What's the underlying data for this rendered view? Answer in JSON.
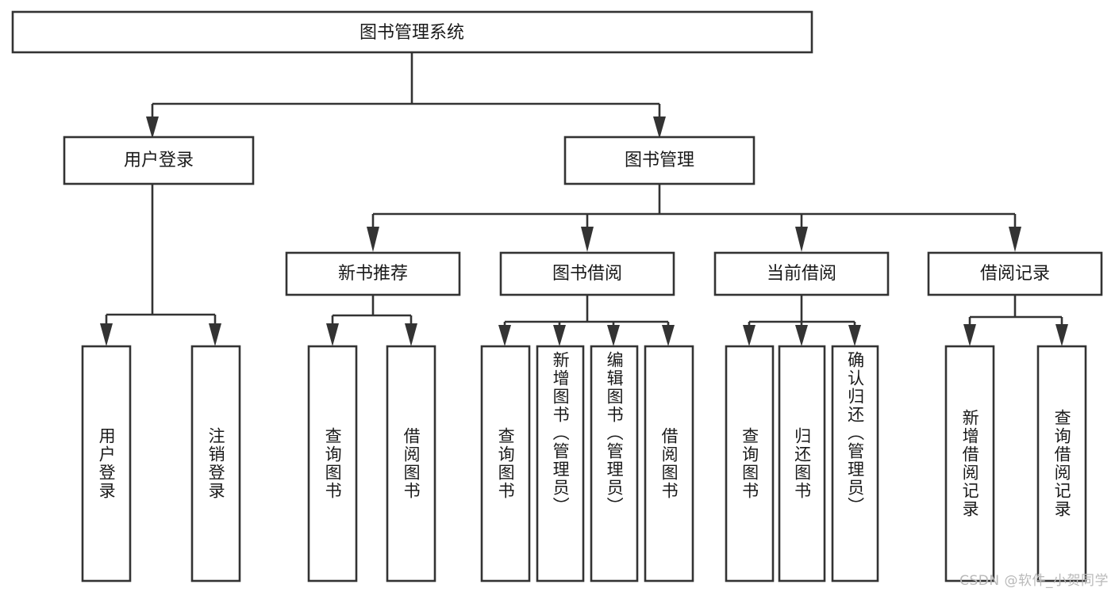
{
  "diagram": {
    "title": "图书管理系统",
    "type": "hierarchy-tree",
    "root": {
      "id": "root",
      "label": "图书管理系统",
      "orientation": "horizontal"
    },
    "level2": [
      {
        "id": "user-login",
        "label": "用户登录",
        "orientation": "horizontal"
      },
      {
        "id": "book-management",
        "label": "图书管理",
        "orientation": "horizontal"
      }
    ],
    "level3": [
      {
        "id": "new-book-recommend",
        "label": "新书推荐",
        "orientation": "horizontal",
        "parent": "book-management"
      },
      {
        "id": "book-borrow",
        "label": "图书借阅",
        "orientation": "horizontal",
        "parent": "book-management"
      },
      {
        "id": "current-borrow",
        "label": "当前借阅",
        "orientation": "horizontal",
        "parent": "book-management"
      },
      {
        "id": "borrow-record",
        "label": "借阅记录",
        "orientation": "horizontal",
        "parent": "book-management"
      }
    ],
    "leaves": [
      {
        "id": "leaf-user-login",
        "label": "用户登录",
        "parent": "user-login",
        "orientation": "vertical",
        "align": "middle"
      },
      {
        "id": "leaf-logout",
        "label": "注销登录",
        "parent": "user-login",
        "orientation": "vertical",
        "align": "middle"
      },
      {
        "id": "leaf-query-book-1",
        "label": "查询图书",
        "parent": "new-book-recommend",
        "orientation": "vertical",
        "align": "middle"
      },
      {
        "id": "leaf-borrow-book-1",
        "label": "借阅图书",
        "parent": "new-book-recommend",
        "orientation": "vertical",
        "align": "middle"
      },
      {
        "id": "leaf-query-book-2",
        "label": "查询图书",
        "parent": "book-borrow",
        "orientation": "vertical",
        "align": "middle"
      },
      {
        "id": "leaf-add-book-admin",
        "label": "新增图书（管理员）",
        "parent": "book-borrow",
        "orientation": "vertical",
        "align": "top"
      },
      {
        "id": "leaf-edit-book-admin",
        "label": "编辑图书（管理员）",
        "parent": "book-borrow",
        "orientation": "vertical",
        "align": "top"
      },
      {
        "id": "leaf-borrow-book-2",
        "label": "借阅图书",
        "parent": "book-borrow",
        "orientation": "vertical",
        "align": "middle"
      },
      {
        "id": "leaf-query-book-3",
        "label": "查询图书",
        "parent": "current-borrow",
        "orientation": "vertical",
        "align": "middle"
      },
      {
        "id": "leaf-return-book",
        "label": "归还图书",
        "parent": "current-borrow",
        "orientation": "vertical",
        "align": "middle"
      },
      {
        "id": "leaf-confirm-return-admin",
        "label": "确认归还（管理员）",
        "parent": "current-borrow",
        "orientation": "vertical",
        "align": "top"
      },
      {
        "id": "leaf-add-borrow-record",
        "label": "新增借阅记录",
        "parent": "borrow-record",
        "orientation": "vertical",
        "align": "middle"
      },
      {
        "id": "leaf-query-borrow-record",
        "label": "查询借阅记录",
        "parent": "borrow-record",
        "orientation": "vertical",
        "align": "middle"
      }
    ]
  },
  "watermark": {
    "text": "CSDN @软件_小贺同学"
  },
  "colors": {
    "stroke": "#333333",
    "box_fill": "#ffffff",
    "text": "#1a1a1a",
    "watermark": "#b9b9b9",
    "background": "#ffffff"
  }
}
